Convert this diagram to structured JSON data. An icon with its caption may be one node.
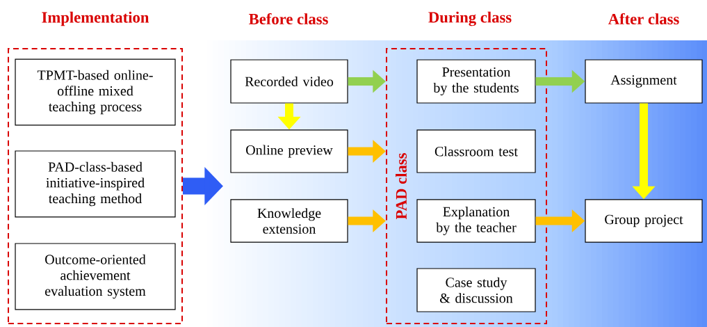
{
  "diagram": {
    "nodes": [
      {
        "text": [],
        "shape": "box"
      },
      {
        "text": [
          "TPMT-based online-offline mixed teaching process"
        ],
        "in": 0
      },
      {
        "text": [
          "PAD-class-based initiative-inspired teaching method"
        ],
        "in": 0
      },
      {
        "text": [
          "Outcome-oriented achievement evaluation system"
        ],
        "in": 0
      },
      {
        "text": [
          "Recorded video"
        ]
      },
      {
        "text": [
          "Online preview"
        ]
      },
      {
        "text": [
          "Knowledge extension"
        ]
      },
      {
        "text": [
          "PAD class"
        ]
      },
      {
        "text": [
          "Presentation by the students"
        ],
        "in": 7
      },
      {
        "text": [
          "Classroom test"
        ],
        "in": 7
      },
      {
        "text": [
          "Explanation by the teacher"
        ],
        "in": 7
      },
      {
        "text": [
          "Case study & discussion"
        ],
        "in": 7
      },
      {
        "text": [
          "Assignment"
        ]
      },
      {
        "text": [
          "Group project"
        ]
      }
    ],
    "edges": [
      {
        "from": 0,
        "to": null,
        "arrow": "to",
        "style": "thick",
        "color": "#2f5df5"
      },
      {
        "from": 4,
        "to": 5,
        "arrow": "to",
        "color": "#ffff00"
      },
      {
        "from": 4,
        "to": 7,
        "arrow": "to",
        "color": "#92d050"
      },
      {
        "from": 5,
        "to": 7,
        "arrow": "to"
      },
      {
        "from": 6,
        "to": 7,
        "arrow": "to"
      },
      {
        "from": 8,
        "to": 12,
        "arrow": "to",
        "color": "#92d050"
      },
      {
        "from": 12,
        "to": 13,
        "arrow": "to",
        "color": "#ffff00"
      },
      {
        "from": 10,
        "to": 13,
        "arrow": "to"
      }
    ],
    "labels": [
      "Implementation",
      "Before class",
      "During class",
      "After class"
    ]
  }
}
